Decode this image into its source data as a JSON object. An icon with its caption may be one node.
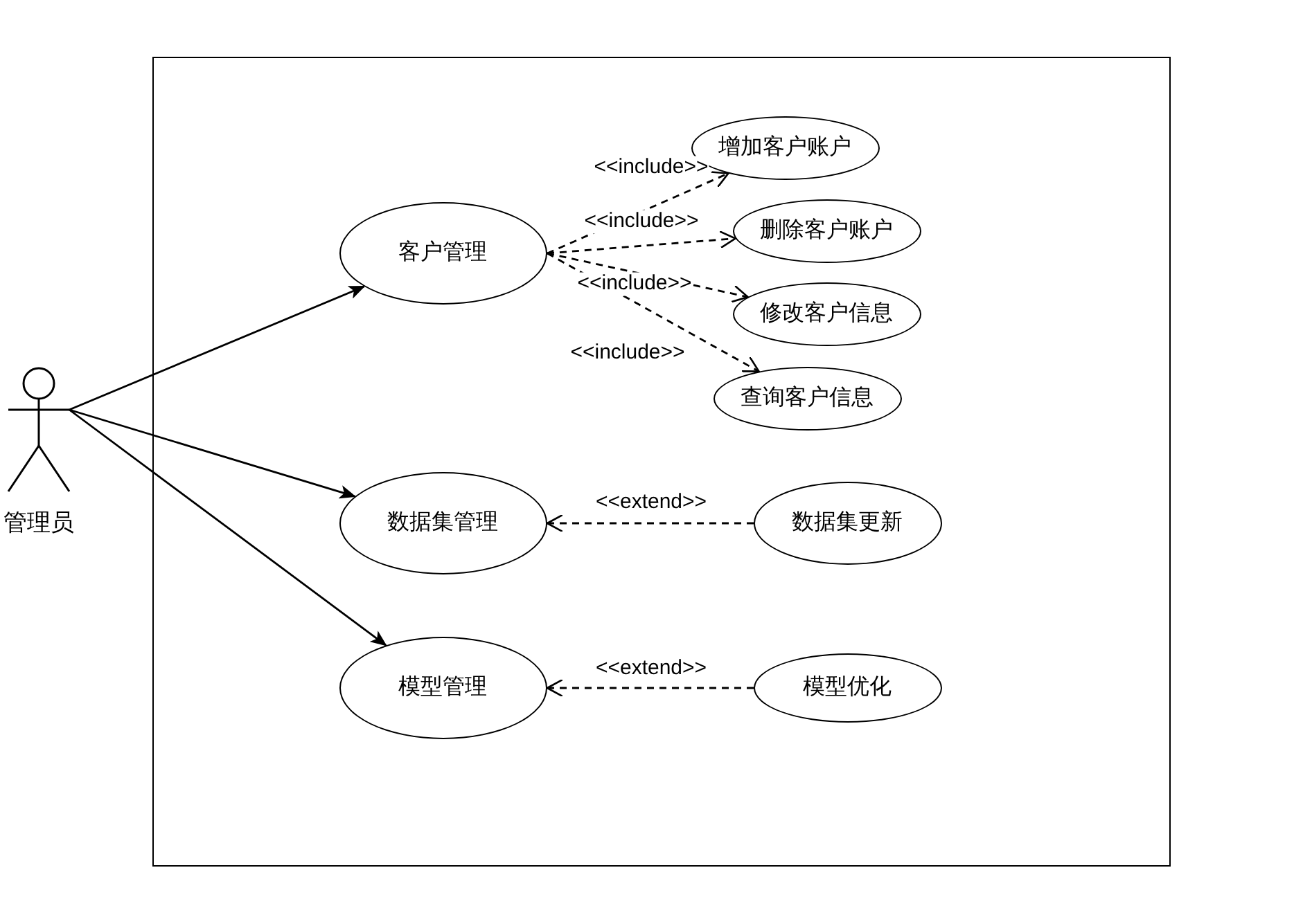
{
  "diagram": {
    "nodes": [
      {
        "text": [],
        "shape": "box"
      },
      {
        "text": [
          "管理员"
        ]
      },
      {
        "text": [
          "客户管理"
        ],
        "in": 0
      },
      {
        "text": [
          "增加客户账户"
        ],
        "in": 0
      },
      {
        "text": [
          "删除客户账户"
        ],
        "in": 0
      },
      {
        "text": [
          "修改客户信息"
        ],
        "in": 0
      },
      {
        "text": [
          "查询客户信息"
        ],
        "in": 0
      },
      {
        "text": [
          "数据集管理"
        ],
        "in": 0
      },
      {
        "text": [
          "数据集更新"
        ],
        "in": 0
      },
      {
        "text": [
          "模型管理"
        ],
        "in": 0
      },
      {
        "text": [
          "模型优化"
        ],
        "in": 0
      }
    ],
    "edges": [
      {
        "from": 1,
        "to": 2,
        "arrow": "to"
      },
      {
        "from": 1,
        "to": 7,
        "arrow": "to"
      },
      {
        "from": 1,
        "to": 9,
        "arrow": "to"
      },
      {
        "from": 2,
        "to": 3,
        "arrow": "to",
        "style": "dashed",
        "label": "<<include>>"
      },
      {
        "from": 2,
        "to": 4,
        "arrow": "to",
        "style": "dashed",
        "label": "<<include>>"
      },
      {
        "from": 2,
        "to": 5,
        "arrow": "to",
        "style": "dashed",
        "label": "<<include>>"
      },
      {
        "from": 2,
        "to": 6,
        "arrow": "to",
        "style": "dashed",
        "label": "<<include>>"
      },
      {
        "from": 8,
        "to": 7,
        "arrow": "to",
        "style": "dashed",
        "label": "<<extend>>"
      },
      {
        "from": 10,
        "to": 9,
        "arrow": "to",
        "style": "dashed",
        "label": "<<extend>>"
      }
    ]
  }
}
